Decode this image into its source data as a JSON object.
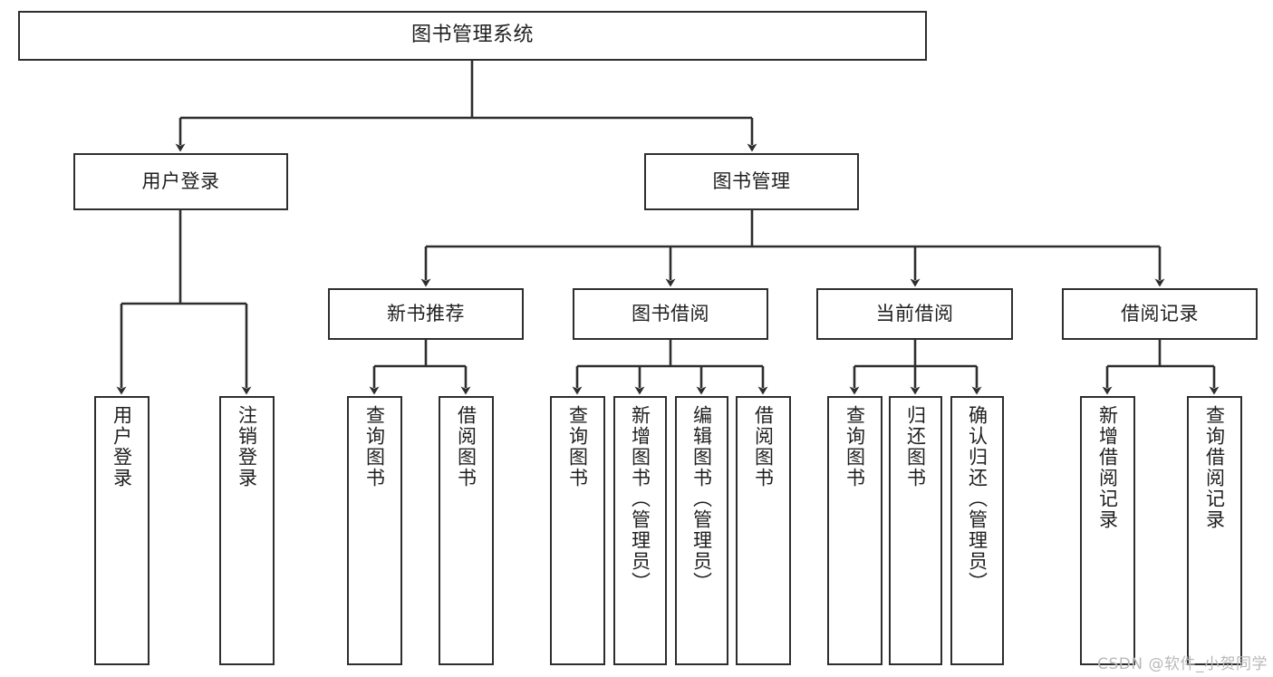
{
  "diagram": {
    "title": "图书管理系统",
    "type": "tree-hierarchy-chart",
    "watermark": "CSDN @软件_小贺同学",
    "colors": {
      "node_border": "#2e2e2e",
      "node_fill": "#ffffff",
      "edge": "#2e2e2e",
      "text": "#1f1f1f",
      "watermark": "#b9b9b9",
      "background": "#ffffff"
    },
    "nodes": {
      "root": {
        "label": "图书管理系统"
      },
      "level2": [
        {
          "id": "user-login",
          "label": "用户登录"
        },
        {
          "id": "book-manage",
          "label": "图书管理"
        }
      ],
      "level3": [
        {
          "id": "new-book-rec",
          "label": "新书推荐"
        },
        {
          "id": "book-borrow",
          "label": "图书借阅"
        },
        {
          "id": "current-borrow",
          "label": "当前借阅"
        },
        {
          "id": "borrow-record",
          "label": "借阅记录"
        }
      ],
      "leaves": {
        "user_login": [
          {
            "id": "leaf-user-login",
            "label": "用户登录"
          },
          {
            "id": "leaf-logout-login",
            "label": "注销登录"
          }
        ],
        "new_book_rec": [
          {
            "id": "leaf-query-book-1",
            "label": "查询图书"
          },
          {
            "id": "leaf-borrow-book-1",
            "label": "借阅图书"
          }
        ],
        "book_borrow": [
          {
            "id": "leaf-query-book-2",
            "label": "查询图书"
          },
          {
            "id": "leaf-add-book",
            "label": "新增图书（管理员）"
          },
          {
            "id": "leaf-edit-book",
            "label": "编辑图书（管理员）"
          },
          {
            "id": "leaf-borrow-book-2",
            "label": "借阅图书"
          }
        ],
        "current_borrow": [
          {
            "id": "leaf-query-book-3",
            "label": "查询图书"
          },
          {
            "id": "leaf-return-book",
            "label": "归还图书"
          },
          {
            "id": "leaf-confirm-return",
            "label": "确认归还（管理员）"
          }
        ],
        "borrow_record": [
          {
            "id": "leaf-add-record",
            "label": "新增借阅记录"
          },
          {
            "id": "leaf-query-record",
            "label": "查询借阅记录"
          }
        ]
      }
    }
  },
  "chart_data": {
    "type": "table",
    "title": "图书管理系统",
    "hierarchy": [
      {
        "label": "图书管理系统",
        "level": 1,
        "children": [
          {
            "label": "用户登录",
            "level": 2,
            "children": [
              {
                "label": "用户登录",
                "level": 3
              },
              {
                "label": "注销登录",
                "level": 3
              }
            ]
          },
          {
            "label": "图书管理",
            "level": 2,
            "children": [
              {
                "label": "新书推荐",
                "level": 3,
                "children": [
                  {
                    "label": "查询图书",
                    "level": 4
                  },
                  {
                    "label": "借阅图书",
                    "level": 4
                  }
                ]
              },
              {
                "label": "图书借阅",
                "level": 3,
                "children": [
                  {
                    "label": "查询图书",
                    "level": 4
                  },
                  {
                    "label": "新增图书（管理员）",
                    "level": 4
                  },
                  {
                    "label": "编辑图书（管理员）",
                    "level": 4
                  },
                  {
                    "label": "借阅图书",
                    "level": 4
                  }
                ]
              },
              {
                "label": "当前借阅",
                "level": 3,
                "children": [
                  {
                    "label": "查询图书",
                    "level": 4
                  },
                  {
                    "label": "归还图书",
                    "level": 4
                  },
                  {
                    "label": "确认归还（管理员）",
                    "level": 4
                  }
                ]
              },
              {
                "label": "借阅记录",
                "level": 3,
                "children": [
                  {
                    "label": "新增借阅记录",
                    "level": 4
                  },
                  {
                    "label": "查询借阅记录",
                    "level": 4
                  }
                ]
              }
            ]
          }
        ]
      }
    ]
  }
}
